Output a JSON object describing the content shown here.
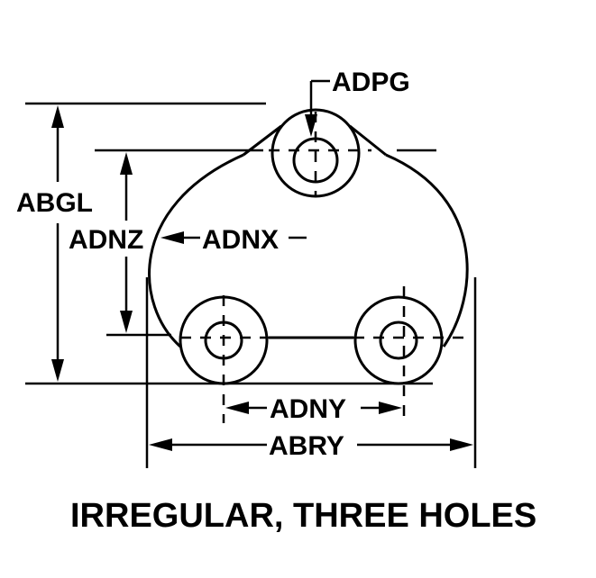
{
  "labels": {
    "abgl": "ABGL",
    "adpg": "ADPG",
    "adnz": "ADNZ",
    "adnx": "ADNX",
    "adny": "ADNY",
    "abry": "ABRY"
  },
  "caption": "IRREGULAR, THREE HOLES"
}
